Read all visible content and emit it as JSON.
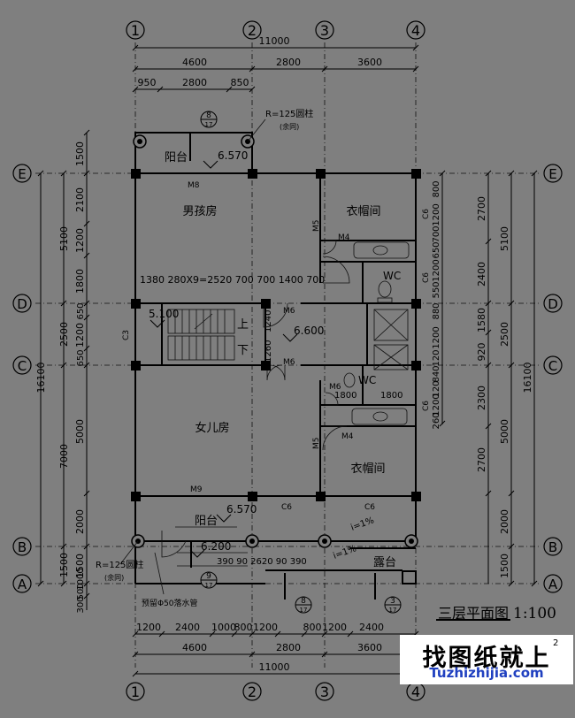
{
  "axes": {
    "columns": [
      "1",
      "2",
      "3",
      "4"
    ],
    "rows": [
      "E",
      "D",
      "C",
      "B",
      "A"
    ]
  },
  "dimensions": {
    "top_total": "11000",
    "top_segments": [
      "4600",
      "2800",
      "3600"
    ],
    "top_sub": [
      "950",
      "2800",
      "850"
    ],
    "bottom_segments": [
      "4600",
      "2800",
      "3600"
    ],
    "bottom_total": "11000",
    "bottom_detail": [
      "1200",
      "2400",
      "1000",
      "800",
      "1200",
      "800",
      "1200",
      "2400"
    ],
    "left_overall": "16100",
    "left_major": [
      "5100",
      "2500",
      "7000",
      "1500"
    ],
    "left_minor": [
      "1500",
      "2100",
      "1200",
      "1800",
      "650",
      "1200",
      "650",
      "5000",
      "2000",
      "1500",
      "1000",
      "500",
      "300"
    ],
    "right_overall": "16100",
    "right_major": [
      "5100",
      "2500",
      "5000",
      "2000",
      "1500"
    ],
    "right_minor": [
      "2700",
      "2400",
      "1580",
      "920",
      "2300",
      "2700"
    ],
    "right_vertical_chain": [
      "800",
      "1200",
      "700",
      "650",
      "1200",
      "550",
      "880",
      "1200",
      "120",
      "840",
      "120",
      "1200",
      "260"
    ],
    "stair_line": "1380  280X9=2520 700  700 1400  700",
    "landing_line": "390 90   2620  90 390",
    "wc_dims": [
      "1800",
      "1800"
    ]
  },
  "rooms": {
    "boy_room": "男孩房",
    "girl_room": "女儿房",
    "closet_top": "衣帽间",
    "closet_bottom": "衣帽间",
    "wc_top": "WC",
    "wc_bottom": "WC",
    "balcony_top": "阳台",
    "balcony_bottom": "阳台",
    "terrace": "露台",
    "stair_up": "上",
    "stair_down": "下"
  },
  "elevations": {
    "top_balcony": "6.570",
    "stair": "5.100",
    "hall": "6.600",
    "bottom_balcony": "6.570",
    "canopy": "6.200"
  },
  "labels": {
    "door_m8": "M8",
    "door_m9": "M9",
    "door_m4_top": "M4",
    "door_m4_bottom": "M4",
    "door_m5_top": "M5",
    "door_m5_bottom": "M5",
    "door_m6_top": "M6",
    "door_m6_mid": "M6",
    "door_m6_bottom": "M6",
    "window_c3": "C3",
    "window_c6": [
      "C6",
      "C6",
      "C6",
      "C6",
      "C6"
    ],
    "column_note_top": "R=125圆柱",
    "column_note_top_sub": "(余同)",
    "column_note_bottom": "R=125圆柱",
    "column_note_bottom_sub": "(余同)",
    "drain_note": "预留Φ50落水管",
    "slope_1": "i=1%",
    "slope_2": "i=1%"
  },
  "detail_callouts": {
    "top": {
      "num": "8",
      "sheet": "17"
    },
    "bottom_left": {
      "num": "9",
      "sheet": "17"
    },
    "bottom_mid": {
      "num": "8",
      "sheet": "17"
    },
    "bottom_right": {
      "num": "3",
      "sheet": "17"
    }
  },
  "title": "三层平面图",
  "scale": "1:100",
  "page_number": "2",
  "watermark": {
    "text": "找图纸就上",
    "url": "Tuzhizhijia.com"
  }
}
